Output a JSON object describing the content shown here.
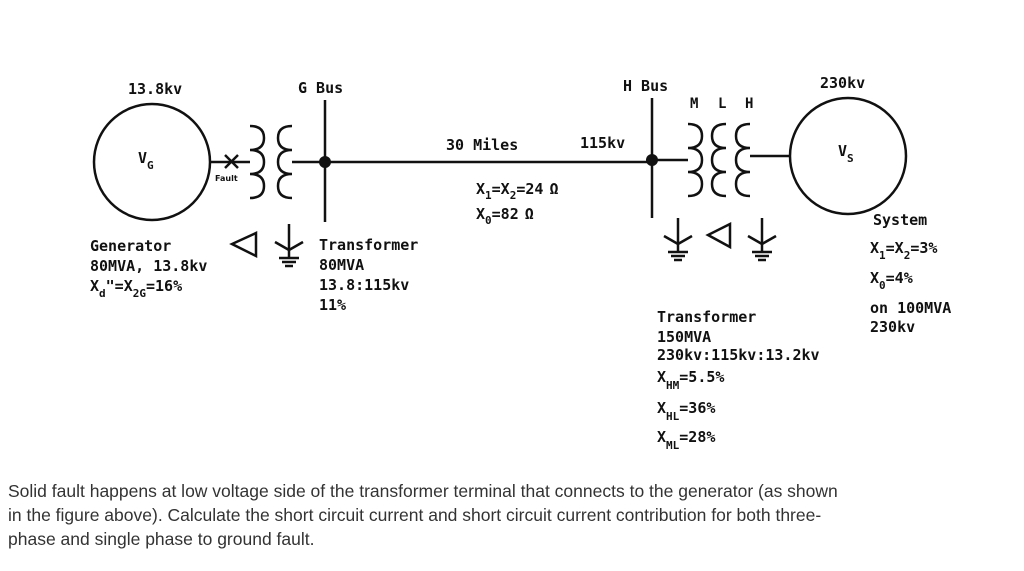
{
  "labels": {
    "gen_voltage": "13.8kv",
    "g_bus": "G Bus",
    "h_bus": "H Bus",
    "sys_voltage": "230kv",
    "winding_m": "M",
    "winding_l": "L",
    "winding_h": "H",
    "vg_main": "V",
    "vg_sub": "G",
    "vs_main": "V",
    "vs_sub": "S",
    "fault": "Fault",
    "line_length": "30 Miles",
    "line_voltage": "115kv",
    "line_x12_main": "X",
    "line_x12_s1": "1",
    "line_x12_mid": "=X",
    "line_x12_s2": "2",
    "line_x12_val": "=24",
    "line_x0_main": "X",
    "line_x0_s0": "0",
    "line_x0_val": "=82",
    "ohm_symbol": "Ω"
  },
  "generator": {
    "title": "Generator",
    "rating": "80MVA, 13.8kv",
    "x_main": "X",
    "x_sub1": "d",
    "x_mid": "\"=X",
    "x_sub2": "2G",
    "x_val": "=16%"
  },
  "transformer1": {
    "title": "Transformer",
    "rating": "80MVA",
    "ratio": "13.8:115kv",
    "impedance": "11%"
  },
  "transformer2": {
    "title": "Transformer",
    "rating": "150MVA",
    "ratio": "230kv:115kv:13.2kv",
    "xhm_main": "X",
    "xhm_sub": "HM",
    "xhm_val": "=5.5%",
    "xhl_main": "X",
    "xhl_sub": "HL",
    "xhl_val": "=36%",
    "xml_main": "X",
    "xml_sub": "ML",
    "xml_val": "=28%"
  },
  "system": {
    "title": "System",
    "x12_main": "X",
    "x12_s1": "1",
    "x12_mid": "=X",
    "x12_s2": "2",
    "x12_val": "=3%",
    "x0_main": "X",
    "x0_s0": "0",
    "x0_val": "=4%",
    "base_line1": "on 100MVA",
    "base_line2": "230kv"
  },
  "caption": {
    "line1": "Solid fault happens at low voltage side of the transformer terminal that connects to the generator (as shown",
    "line2": "in the figure above). Calculate the short circuit current and short circuit current contribution for both three-",
    "line3": "phase and single phase to ground fault."
  }
}
